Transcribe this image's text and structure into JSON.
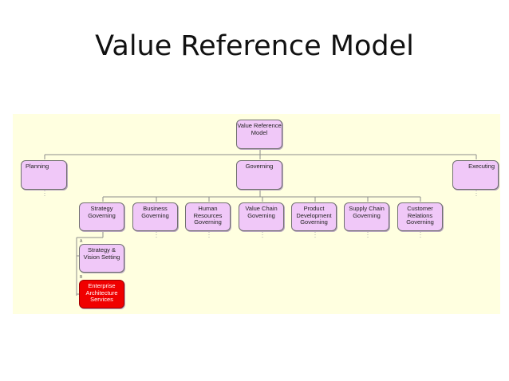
{
  "title": "Value Reference Model",
  "colors": {
    "canvas_bg": "#ffffe0",
    "node_fill": "#f0c8f8",
    "node_border": "#707070",
    "highlight_fill": "#f00000",
    "line": "#8c8c8c"
  },
  "nodes": {
    "root": "Value Reference\nModel",
    "planning": "Planning",
    "governing": "Governing",
    "executing": "Executing",
    "strategy_governing": "Strategy\nGoverning",
    "business_governing": "Business\nGoverning",
    "hr_governing": "Human\nResources\nGoverning",
    "value_chain_governing": "Value Chain\nGoverning",
    "product_dev_governing": "Product\nDevelopment\nGoverning",
    "supply_chain_governing": "Supply Chain\nGoverning",
    "customer_relations_governing": "Customer\nRelations\nGoverning",
    "strategy_vision_setting": "Strategy &\nVision Setting",
    "enterprise_architecture_services": "Enterprise\nArchitecture\nServices"
  },
  "markers": {
    "strategy_vision_setting": "A",
    "enterprise_architecture_services": "B"
  }
}
